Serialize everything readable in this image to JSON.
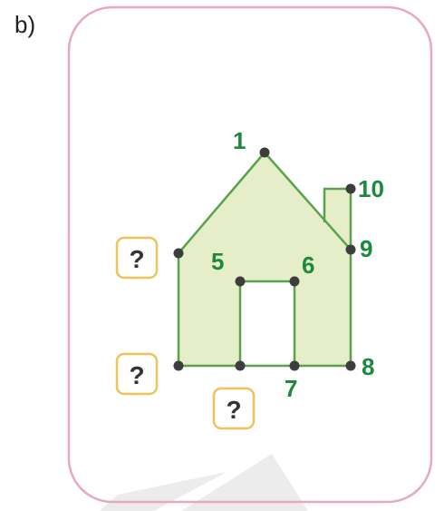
{
  "part_label": "b)",
  "colors": {
    "frame": "#e8a8bf",
    "house_fill": "#e6eec9",
    "house_stroke": "#5aa24e",
    "point": "#3d3d3d",
    "label": "#1a8a3c",
    "box_border": "#f0c25a",
    "question_text": "#333333",
    "watermark": "#ececec"
  },
  "point_labels": {
    "p1": "1",
    "p5": "5",
    "p6": "6",
    "p7": "7",
    "p8": "8",
    "p9": "9",
    "p10": "10"
  },
  "unknown_boxes": {
    "left_upper": "?",
    "left_lower": "?",
    "bottom": "?"
  }
}
